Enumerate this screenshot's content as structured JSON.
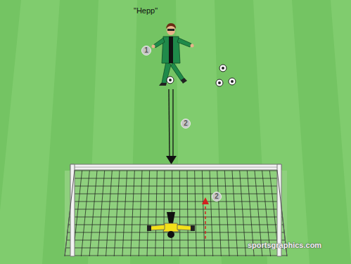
{
  "diagram": {
    "labels": [
      "\"Hepp\"",
      "1",
      "2",
      "2",
      "sportsgraphics.com"
    ]
  }
}
